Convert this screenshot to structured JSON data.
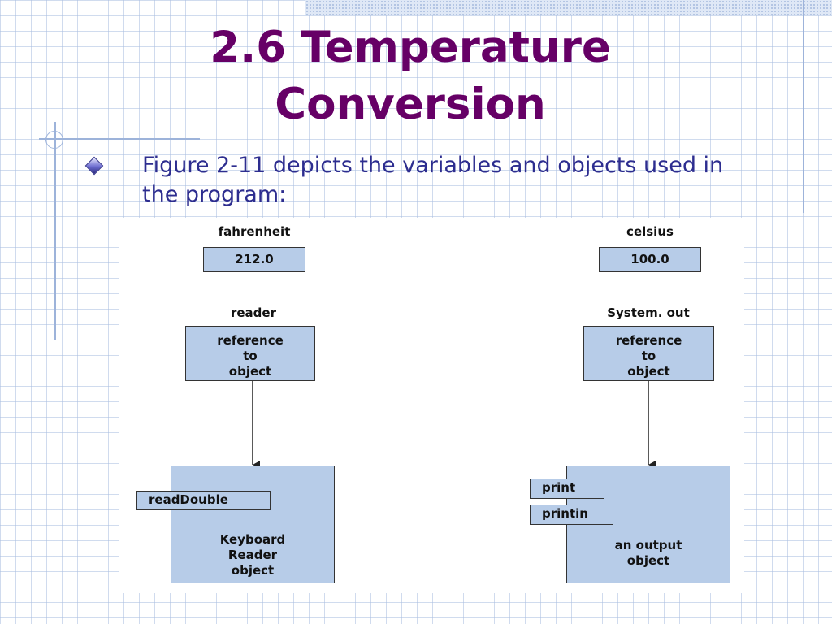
{
  "slide": {
    "title_line1": "2.6  Temperature",
    "title_line2": "Conversion",
    "bullet": "Figure 2-11 depicts the variables and objects used in the program:"
  },
  "diagram": {
    "fahrenheit": {
      "label": "fahrenheit",
      "value": "212.0"
    },
    "celsius": {
      "label": "celsius",
      "value": "100.0"
    },
    "reader": {
      "label": "reader",
      "ref_lines": [
        "reference",
        "to",
        "object"
      ],
      "method": "readDouble",
      "object_lines": [
        "Keyboard",
        "Reader",
        "object"
      ]
    },
    "system_out": {
      "label": "System. out",
      "ref_lines": [
        "reference",
        "to",
        "object"
      ],
      "methods": [
        "print",
        "printin"
      ],
      "object_lines": [
        "an output",
        "object"
      ]
    }
  },
  "colors": {
    "title": "#660066",
    "bullet_text": "#2d2d8f",
    "box_fill": "#b7cce8",
    "grid": "#aabee1"
  }
}
